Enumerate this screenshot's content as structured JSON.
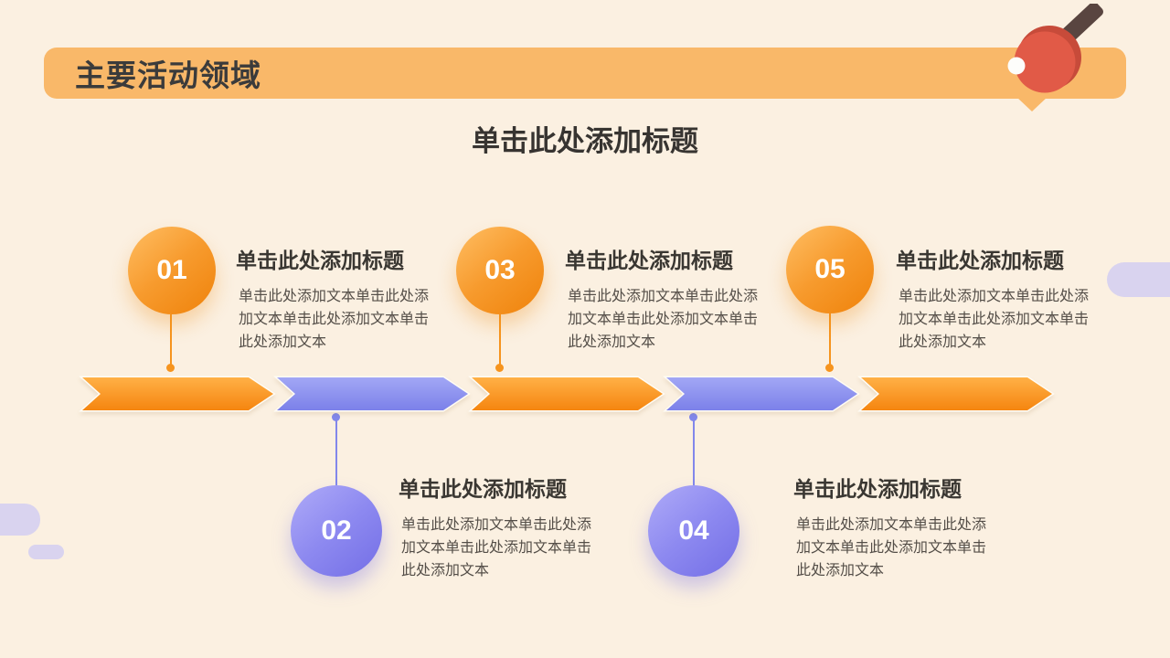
{
  "banner": {
    "title": "主要活动领域"
  },
  "title": "单击此处添加标题",
  "items": [
    {
      "number": "01",
      "accent": "orange",
      "heading": "单击此处添加标题",
      "body": "单击此处添加文本单击此处添加文本单击此处添加文本单击此处添加文本"
    },
    {
      "number": "02",
      "accent": "purple",
      "heading": "单击此处添加标题",
      "body": "单击此处添加文本单击此处添加文本单击此处添加文本单击此处添加文本"
    },
    {
      "number": "03",
      "accent": "orange",
      "heading": "单击此处添加标题",
      "body": "单击此处添加文本单击此处添加文本单击此处添加文本单击此处添加文本"
    },
    {
      "number": "04",
      "accent": "purple",
      "heading": "单击此处添加标题",
      "body": "单击此处添加文本单击此处添加文本单击此处添加文本单击此处添加文本"
    },
    {
      "number": "05",
      "accent": "orange",
      "heading": "单击此处添加标题",
      "body": "单击此处添加文本单击此处添加文本单击此处添加文本单击此处添加文本"
    }
  ],
  "icons": {
    "top_right": "table-tennis-paddle-icon"
  },
  "colors": {
    "background": "#FBF0E1",
    "banner": "#F9B869",
    "accent_orange": "#F6921E",
    "accent_purple": "#8287EB",
    "decor_lavender": "#D9D3EF",
    "paddle_red": "#DF5140",
    "paddle_handle_brown": "#594540",
    "text_dark": "#3A3732",
    "text_body": "#544E48"
  }
}
